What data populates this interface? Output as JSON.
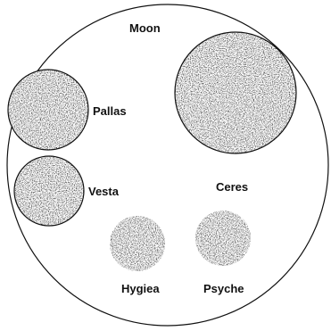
{
  "diagram": {
    "moon_label": "Moon",
    "asteroids": [
      {
        "id": "ceres",
        "label": "Ceres"
      },
      {
        "id": "pallas",
        "label": "Pallas"
      },
      {
        "id": "vesta",
        "label": "Vesta"
      },
      {
        "id": "hygiea",
        "label": "Hygiea"
      },
      {
        "id": "psyche",
        "label": "Psyche"
      }
    ]
  },
  "colors": {
    "outline": "#111111",
    "texture_dark": "#1a1a1a",
    "texture_light": "#ffffff"
  }
}
